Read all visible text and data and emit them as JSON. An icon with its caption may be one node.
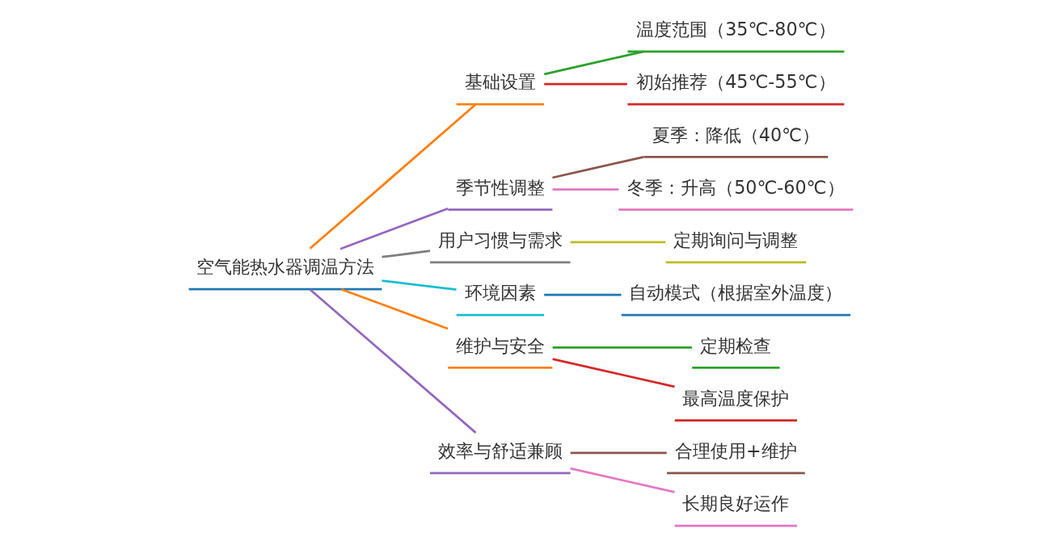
{
  "diagram": {
    "nodes": [
      {
        "text": [
          "空气能热水器调温方法"
        ]
      },
      {
        "text": [
          "基础设置"
        ]
      },
      {
        "text": [
          "温度范围（35℃-80℃）"
        ]
      },
      {
        "text": [
          "初始推荐（45℃-55℃）"
        ]
      },
      {
        "text": [
          "季节性调整"
        ]
      },
      {
        "text": [
          "夏季：降低（40℃）"
        ]
      },
      {
        "text": [
          "冬季：升高（50℃-60℃）"
        ]
      },
      {
        "text": [
          "用户习惯与需求"
        ]
      },
      {
        "text": [
          "定期询问与调整"
        ]
      },
      {
        "text": [
          "环境因素"
        ]
      },
      {
        "text": [
          "自动模式（根据室外温度）"
        ]
      },
      {
        "text": [
          "维护与安全"
        ]
      },
      {
        "text": [
          "定期检查"
        ]
      },
      {
        "text": [
          "最高温度保护"
        ]
      },
      {
        "text": [
          "效率与舒适兼顾"
        ]
      },
      {
        "text": [
          "合理使用+维护"
        ]
      },
      {
        "text": [
          "长期良好运作"
        ]
      }
    ],
    "edges": [
      {
        "from": 0,
        "to": 1,
        "arrow": "none",
        "color": "#ff7f0e"
      },
      {
        "from": 1,
        "to": 2,
        "arrow": "none",
        "color": "#2ca02c"
      },
      {
        "from": 1,
        "to": 3,
        "arrow": "none",
        "color": "#d62728"
      },
      {
        "from": 0,
        "to": 4,
        "arrow": "none",
        "color": "#9467bd"
      },
      {
        "from": 4,
        "to": 5,
        "arrow": "none",
        "color": "#8c564b"
      },
      {
        "from": 4,
        "to": 6,
        "arrow": "none",
        "color": "#e377c2"
      },
      {
        "from": 0,
        "to": 7,
        "arrow": "none",
        "color": "#7f7f7f"
      },
      {
        "from": 7,
        "to": 8,
        "arrow": "none",
        "color": "#bcbd22"
      },
      {
        "from": 0,
        "to": 9,
        "arrow": "none",
        "color": "#17becf"
      },
      {
        "from": 9,
        "to": 10,
        "arrow": "none",
        "color": "#1f77b4"
      },
      {
        "from": 0,
        "to": 11,
        "arrow": "none",
        "color": "#ff7f0e"
      },
      {
        "from": 11,
        "to": 12,
        "arrow": "none",
        "color": "#2ca02c"
      },
      {
        "from": 11,
        "to": 13,
        "arrow": "none",
        "color": "#d62728"
      },
      {
        "from": 0,
        "to": 14,
        "arrow": "none",
        "color": "#9467bd"
      },
      {
        "from": 14,
        "to": 15,
        "arrow": "none",
        "color": "#8c564b"
      },
      {
        "from": 14,
        "to": 16,
        "arrow": "none",
        "color": "#e377c2"
      }
    ]
  }
}
